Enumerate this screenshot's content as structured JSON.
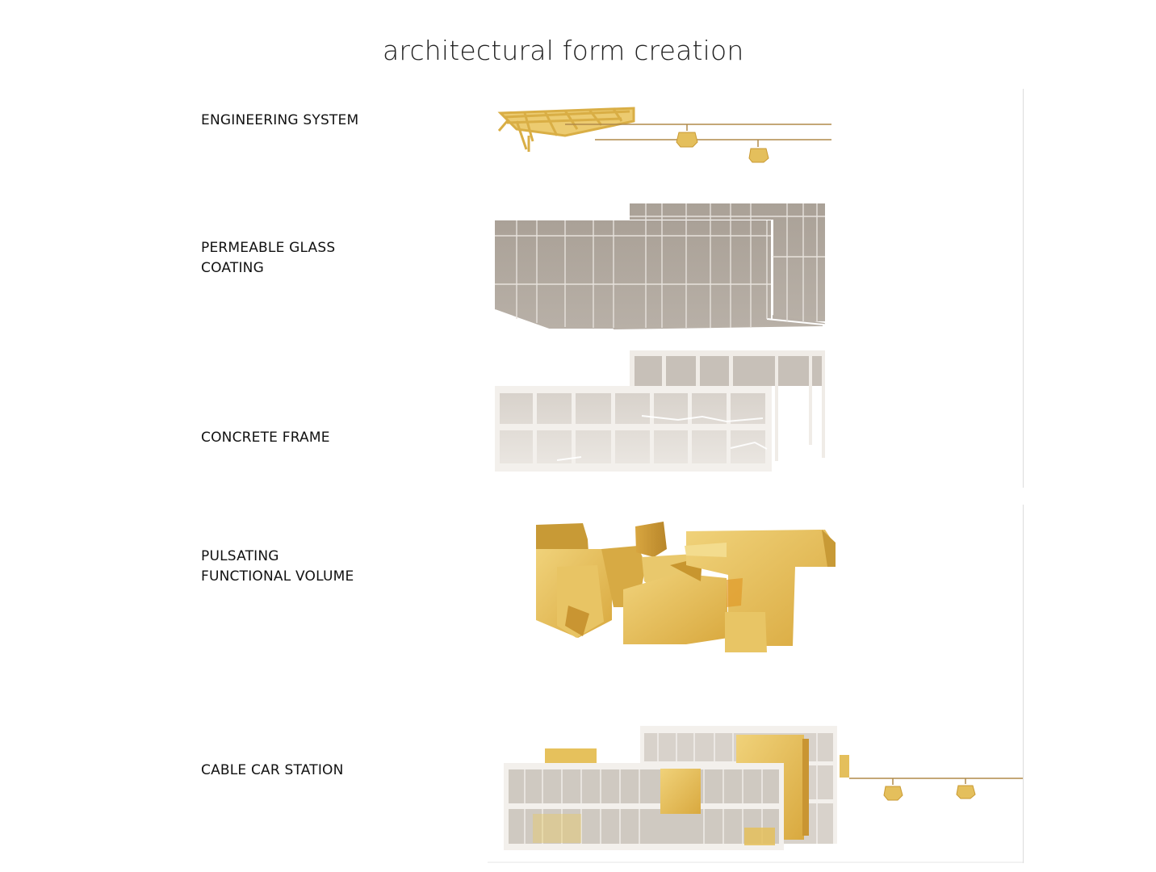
{
  "title": "architectural form creation",
  "layers": [
    {
      "id": "engineering-system",
      "label": "ENGINEERING SYSTEM"
    },
    {
      "id": "permeable-glass-coating",
      "label": "PERMEABLE GLASS\nCOATING"
    },
    {
      "id": "concrete-frame",
      "label": "CONCRETE FRAME"
    },
    {
      "id": "pulsating-functional-volume",
      "label": "PULSATING\nFUNCTIONAL VOLUME"
    },
    {
      "id": "cable-car-station",
      "label": "CABLE CAR STATION"
    }
  ],
  "colors": {
    "gold": "#e6c15c",
    "gold_dark": "#c99a33",
    "gold_light": "#f2d98a",
    "glass": "#b0a79e",
    "concrete": "#eeeae5",
    "cable": "#b08a4a"
  }
}
